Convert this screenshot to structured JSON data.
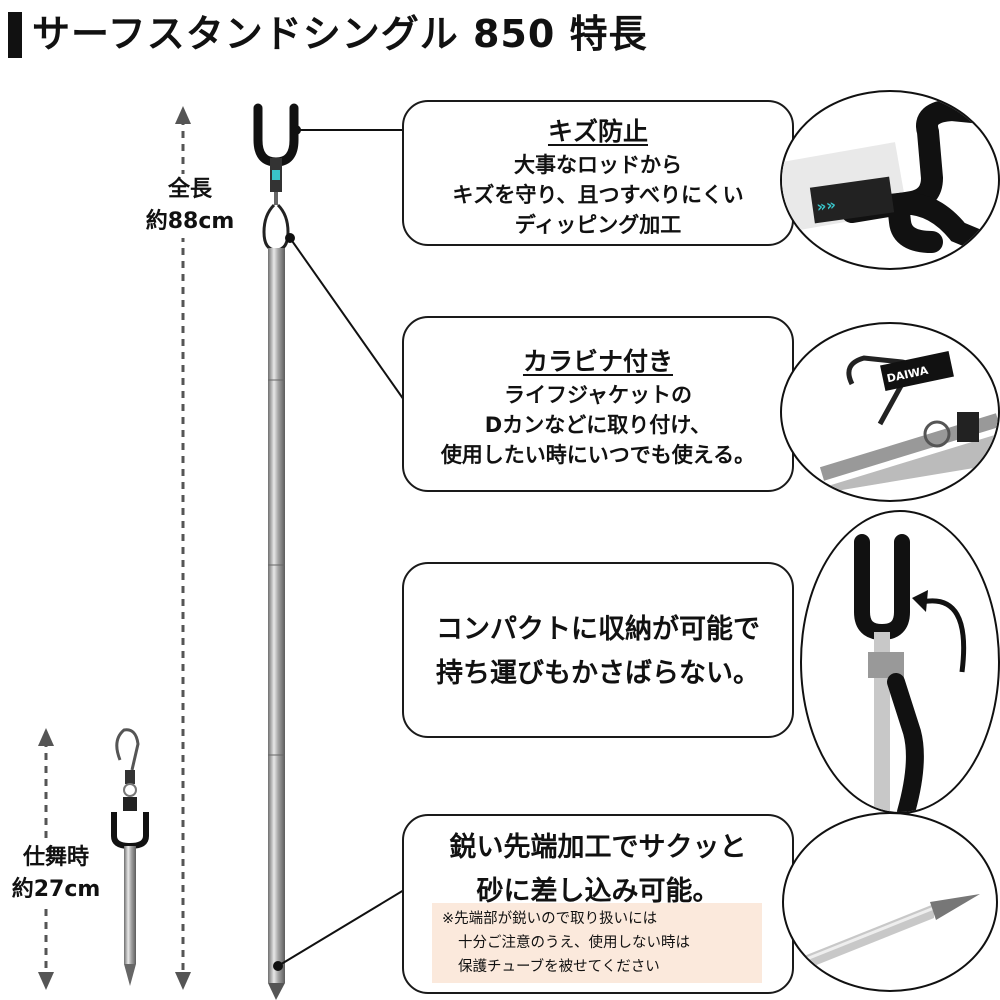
{
  "title": "サーフスタンドシングル 850 特長",
  "length_full": {
    "line1": "全長",
    "line2": "約88cm"
  },
  "length_stored": {
    "line1": "仕舞時",
    "line2": "約27cm"
  },
  "callouts": [
    {
      "title": "キズ防止",
      "lines": [
        "大事なロッドから",
        "キズを守り、且つすべりにくい",
        "ディッピング加工"
      ]
    },
    {
      "title": "カラビナ付き",
      "lines": [
        "ライフジャケットの",
        "Dカンなどに取り付け、",
        "使用したい時にいつでも使える。"
      ]
    },
    {
      "lines": [
        "コンパクトに収納が可能で",
        "持ち運びもかさばらない。"
      ]
    },
    {
      "lines": [
        "鋭い先端加工でサクッと",
        "砂に差し込み可能。"
      ]
    }
  ],
  "note": [
    "※先端部が鋭いので取り扱いには",
    "十分ご注意のうえ、使用しない時は",
    "保護チューブを被せてください"
  ],
  "brand_text": "DAIWA",
  "colors": {
    "steel": "#b8b8b8",
    "black": "#111111",
    "note_bg": "#fbe9dc",
    "accent": "#39c3c8"
  }
}
